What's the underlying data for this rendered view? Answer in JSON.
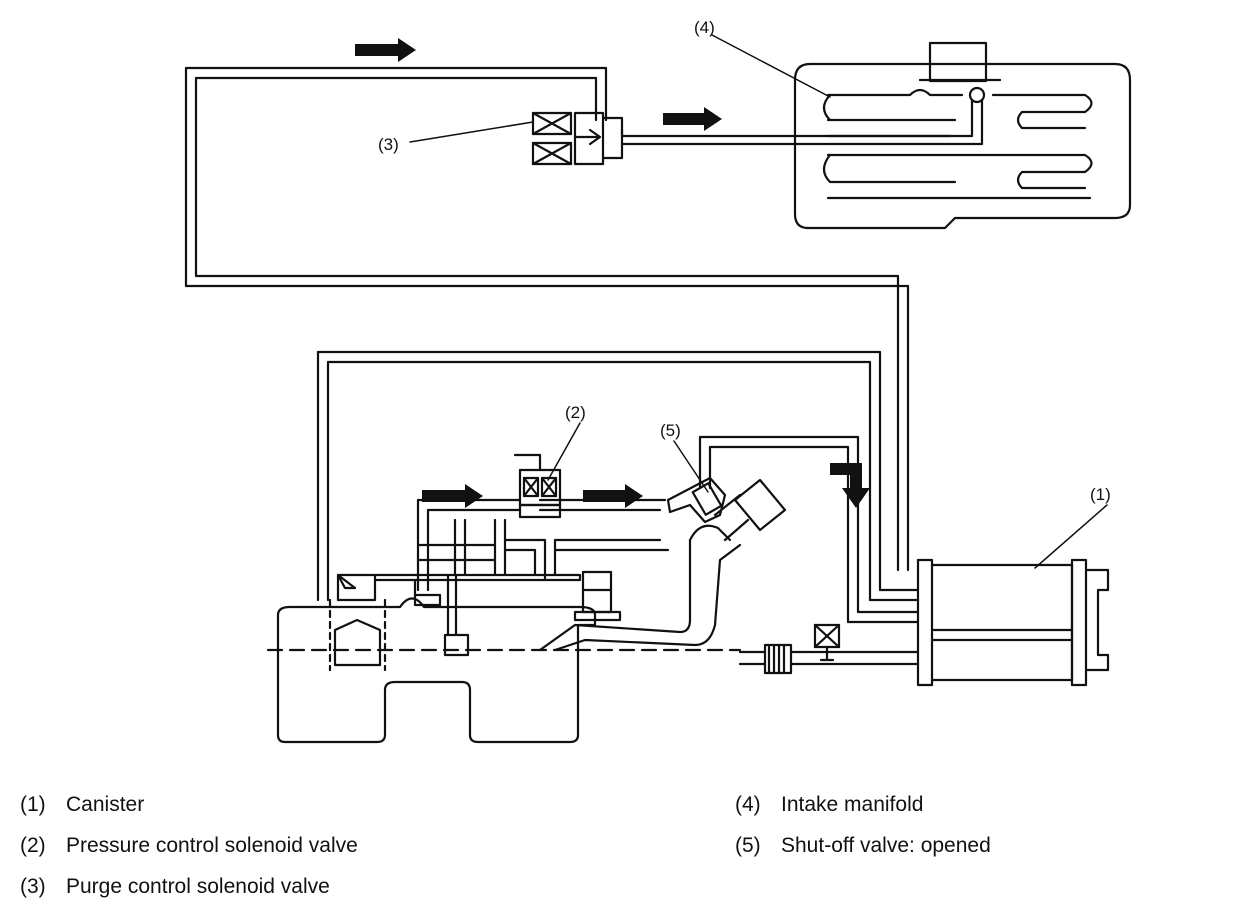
{
  "diagram": {
    "callouts": {
      "c1": "(1)",
      "c2": "(2)",
      "c3": "(3)",
      "c4": "(4)",
      "c5": "(5)"
    }
  },
  "legend": [
    {
      "number": "(1)",
      "label": "Canister"
    },
    {
      "number": "(2)",
      "label": "Pressure control solenoid valve"
    },
    {
      "number": "(3)",
      "label": "Purge control solenoid valve"
    },
    {
      "number": "(4)",
      "label": "Intake manifold"
    },
    {
      "number": "(5)",
      "label": "Shut-off valve: opened"
    }
  ]
}
